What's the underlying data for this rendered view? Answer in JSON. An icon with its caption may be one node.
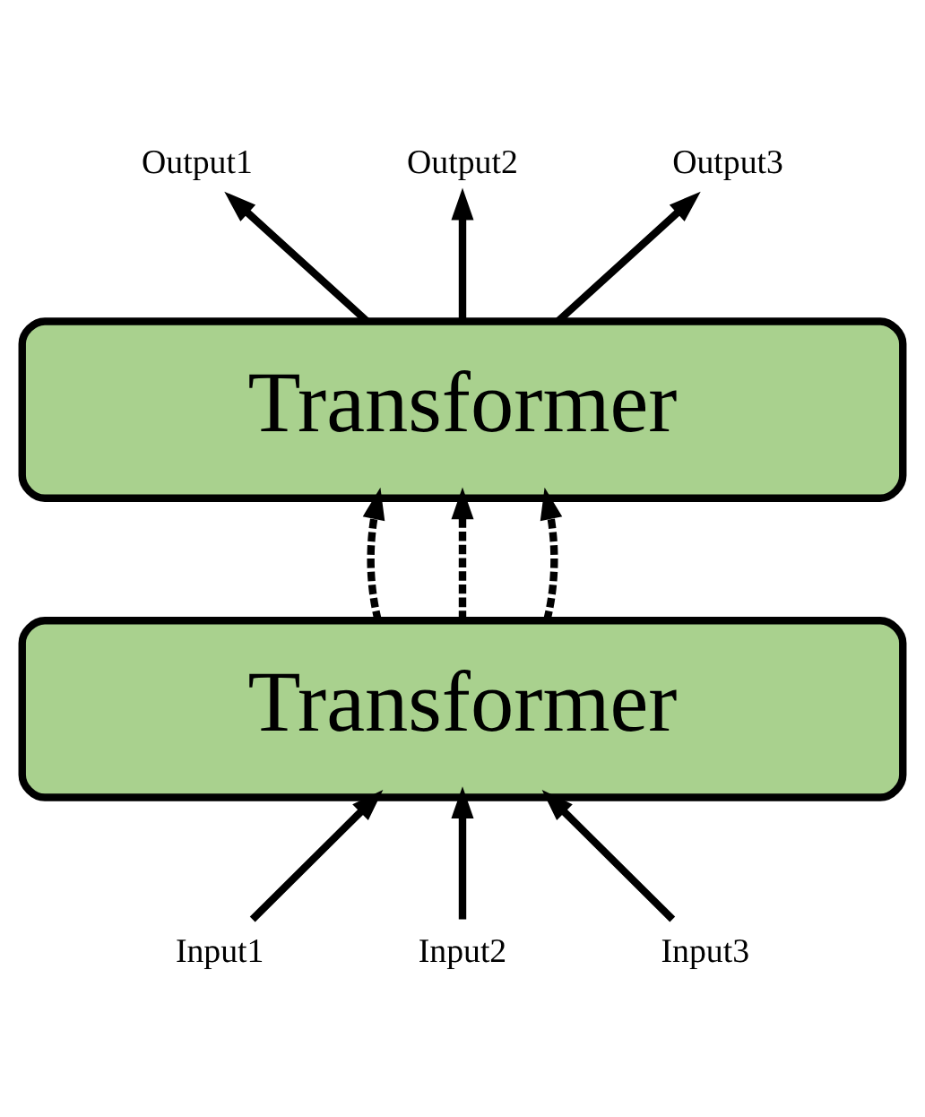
{
  "diagram": {
    "nodes": [
      {
        "text": [
          "Output1"
        ]
      },
      {
        "text": [
          "Output2"
        ]
      },
      {
        "text": [
          "Output3"
        ]
      },
      {
        "text": [
          "Transformer"
        ]
      },
      {
        "text": [
          "Transformer"
        ]
      },
      {
        "text": [
          "Input1"
        ]
      },
      {
        "text": [
          "Input2"
        ]
      },
      {
        "text": [
          "Input3"
        ]
      }
    ],
    "edges": [
      {
        "from": 3,
        "to": 0,
        "arrow": "to"
      },
      {
        "from": 3,
        "to": 1,
        "arrow": "to"
      },
      {
        "from": 3,
        "to": 2,
        "arrow": "to"
      },
      {
        "from": 4,
        "to": 3,
        "arrow": "to",
        "style": "dashed"
      },
      {
        "from": 4,
        "to": 3,
        "arrow": "to",
        "style": "dashed"
      },
      {
        "from": 4,
        "to": 3,
        "arrow": "to",
        "style": "dashed"
      },
      {
        "from": 5,
        "to": 4,
        "arrow": "to"
      },
      {
        "from": 6,
        "to": 4,
        "arrow": "to"
      },
      {
        "from": 7,
        "to": 4,
        "arrow": "to"
      }
    ]
  }
}
